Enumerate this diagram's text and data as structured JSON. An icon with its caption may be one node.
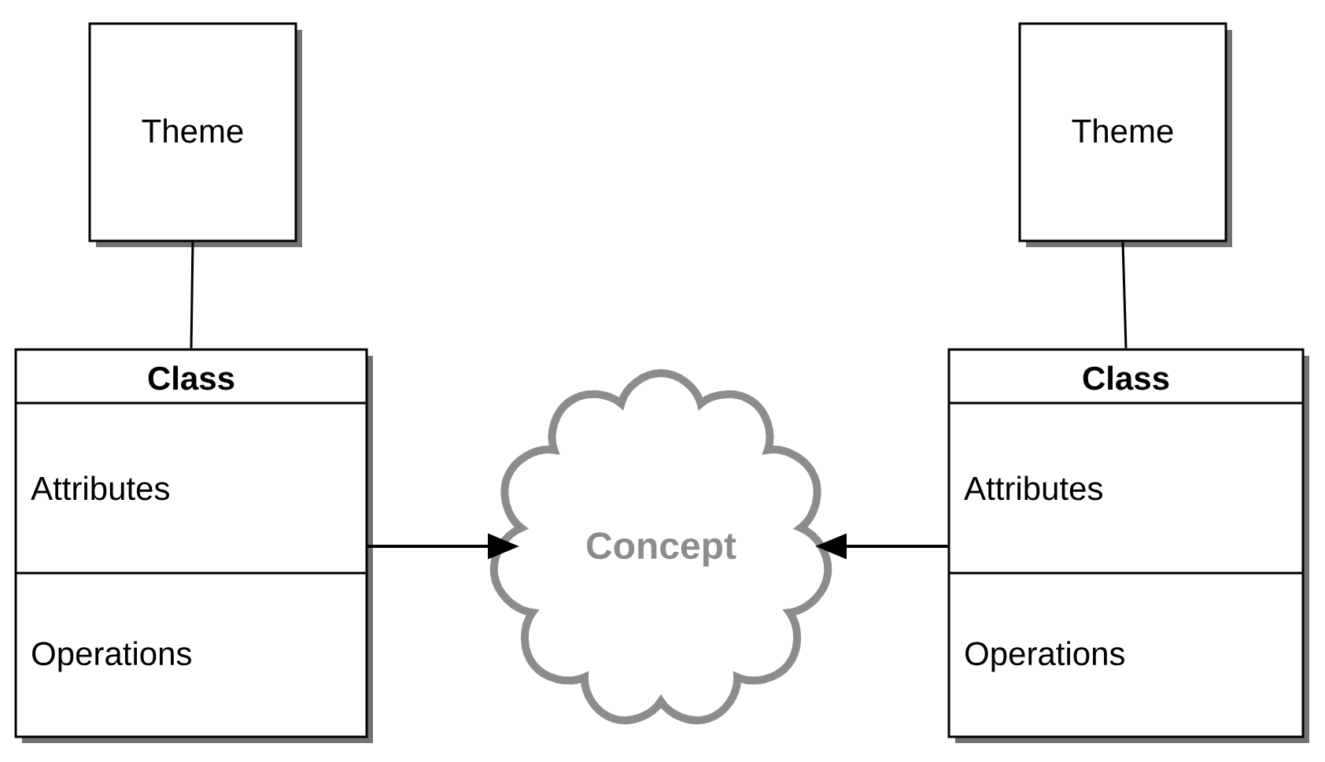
{
  "diagram": {
    "nodes": [
      {
        "text": [
          "Theme"
        ]
      },
      {
        "text": [
          "Class",
          "Attributes",
          "Operations"
        ]
      },
      {
        "text": [
          "Theme"
        ]
      },
      {
        "text": [
          "Class",
          "Attributes",
          "Operations"
        ]
      },
      {
        "text": [
          "Concept"
        ]
      }
    ],
    "edges": [
      {
        "from": 0,
        "to": 1,
        "arrow": "none"
      },
      {
        "from": 2,
        "to": 3,
        "arrow": "none"
      },
      {
        "from": 1,
        "to": 4,
        "arrow": "to"
      },
      {
        "from": 3,
        "to": 4,
        "arrow": "to"
      }
    ]
  }
}
